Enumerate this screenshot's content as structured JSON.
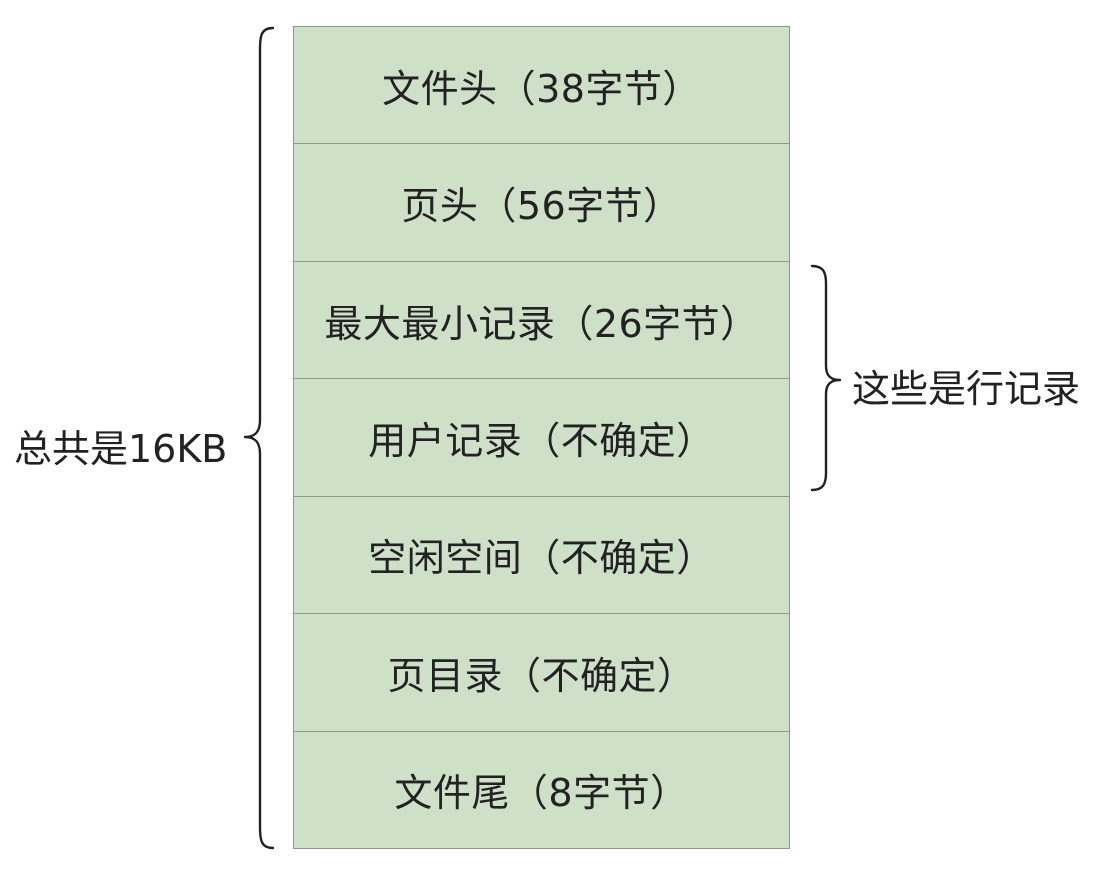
{
  "segments": [
    {
      "label": "文件头（38字节）"
    },
    {
      "label": "页头（56字节）"
    },
    {
      "label": "最大最小记录（26字节）"
    },
    {
      "label": "用户记录（不确定）"
    },
    {
      "label": "空闲空间（不确定）"
    },
    {
      "label": "页目录（不确定）"
    },
    {
      "label": "文件尾（8字节）"
    }
  ],
  "annotations": {
    "total": "总共是16KB",
    "row_records": "这些是行记录"
  },
  "colors": {
    "fill": "#cfe0c9",
    "border": "#8a9a86",
    "text": "#222222"
  }
}
